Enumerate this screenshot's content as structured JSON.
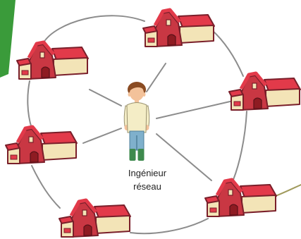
{
  "center": {
    "label": "Ingénieur\nréseau",
    "icon": "network-engineer-icon"
  },
  "nodes": [
    {
      "id": "farm-top-left",
      "icon": "farm-barn-icon"
    },
    {
      "id": "farm-top-center",
      "icon": "farm-barn-icon"
    },
    {
      "id": "farm-right",
      "icon": "farm-barn-icon"
    },
    {
      "id": "farm-left",
      "icon": "farm-barn-icon"
    },
    {
      "id": "farm-bottom-left",
      "icon": "farm-barn-icon"
    },
    {
      "id": "farm-bottom-right",
      "icon": "farm-barn-icon"
    }
  ],
  "spokes": [
    {
      "from": "center",
      "to": "farm-top-left"
    },
    {
      "from": "center",
      "to": "farm-top-center"
    },
    {
      "from": "center",
      "to": "farm-right"
    },
    {
      "from": "center",
      "to": "farm-left"
    },
    {
      "from": "center",
      "to": "farm-bottom-right"
    }
  ],
  "ring_links": [
    {
      "from": "farm-top-left",
      "to": "farm-top-center"
    },
    {
      "from": "farm-top-center",
      "to": "farm-right"
    },
    {
      "from": "farm-right",
      "to": "farm-bottom-right"
    },
    {
      "from": "farm-bottom-right",
      "to": "farm-bottom-left"
    },
    {
      "from": "farm-bottom-left",
      "to": "farm-left"
    },
    {
      "from": "farm-left",
      "to": "farm-top-left"
    }
  ],
  "external_link": {
    "from": "farm-bottom-right",
    "to": "off-page"
  },
  "colors": {
    "link": "#8c8c8c",
    "external_link": "#a09a5c",
    "corner_accent": "#3a9b3a",
    "barn_roof": "#e23a4a",
    "barn_roof_dark": "#7a1f2a",
    "barn_wall": "#f3e4b7",
    "barn_door": "#8e1b22",
    "engineer_shirt": "#f4edc6",
    "engineer_pants": "#7fb0cc",
    "engineer_boots": "#3e8a4d",
    "engineer_hair": "#8a4b22",
    "engineer_skin": "#f3c29a"
  }
}
